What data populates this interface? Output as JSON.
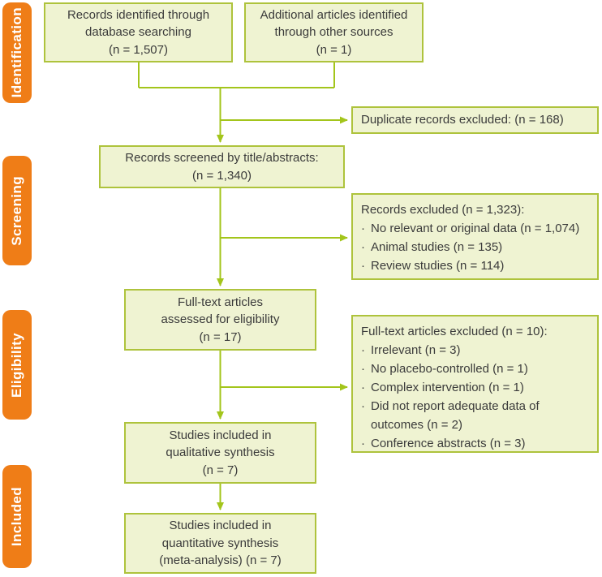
{
  "diagram_title": "PRISMA study selection flow diagram",
  "bullet_char": "·",
  "colors": {
    "box_fill": "#eff3d2",
    "box_border": "#aec33c",
    "arrow": "#a3c51b",
    "stage_fill": "#ef7d17",
    "stage_text": "#ffffff",
    "text": "#3b3b3b"
  },
  "stages": [
    {
      "label": "Identification"
    },
    {
      "label": "Screening"
    },
    {
      "label": "Eligibility"
    },
    {
      "label": "Included"
    }
  ],
  "boxes": {
    "records_identified": {
      "text": "Records identified through\ndatabase searching\n(n = 1,507)"
    },
    "additional_articles": {
      "text": "Additional articles identified\nthrough other sources\n(n = 1)"
    },
    "duplicates_excluded": {
      "text": "Duplicate records excluded: (n = 168)"
    },
    "records_screened": {
      "text": "Records screened by title/abstracts:\n(n = 1,340)"
    },
    "records_excluded": {
      "title": "Records excluded (n = 1,323):",
      "items": [
        "No relevant or original data (n = 1,074)",
        "Animal studies  (n = 135)",
        "Review studies  (n = 114)"
      ]
    },
    "fulltext_assessed": {
      "text": "Full-text articles\nassessed for eligibility\n(n = 17)"
    },
    "fulltext_excluded": {
      "title": "Full-text articles excluded (n = 10):",
      "items": [
        "Irrelevant (n = 3)",
        "No placebo-controlled (n = 1)",
        "Complex intervention (n = 1)",
        "Did not report adequate data of outcomes (n = 2)",
        "Conference abstracts (n = 3)"
      ]
    },
    "qualitative_included": {
      "text": "Studies included in\nqualitative synthesis\n(n = 7)"
    },
    "quantitative_included": {
      "text": "Studies included in\nquantitative synthesis\n(meta-analysis) (n = 7)"
    }
  }
}
